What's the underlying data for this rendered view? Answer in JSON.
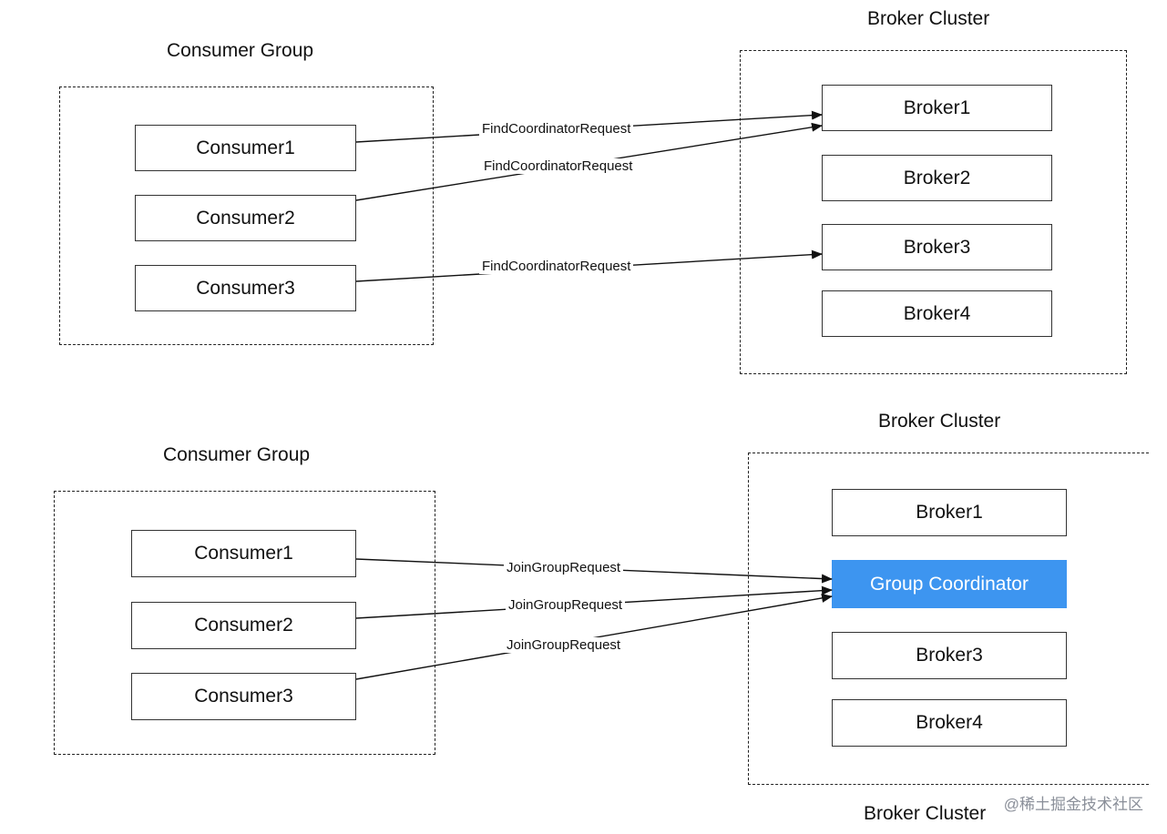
{
  "top": {
    "consumer_group_title": "Consumer Group",
    "broker_cluster_title": "Broker Cluster",
    "consumers": [
      "Consumer1",
      "Consumer2",
      "Consumer3"
    ],
    "brokers": [
      "Broker1",
      "Broker2",
      "Broker3",
      "Broker4"
    ],
    "requests": [
      "FindCoordinatorRequest",
      "FindCoordinatorRequest",
      "FindCoordinatorRequest"
    ]
  },
  "bottom": {
    "consumer_group_title": "Consumer Group",
    "broker_cluster_title": "Broker Cluster",
    "consumers": [
      "Consumer1",
      "Consumer2",
      "Consumer3"
    ],
    "brokers": [
      "Broker1",
      "Group Coordinator",
      "Broker3",
      "Broker4"
    ],
    "requests": [
      "JoinGroupRequest",
      "JoinGroupRequest",
      "JoinGroupRequest"
    ],
    "footer_title": "Broker Cluster"
  },
  "watermark": "@稀土掘金技术社区",
  "colors": {
    "coordinator": "#3d95f0",
    "border": "#333333",
    "text": "#111111"
  }
}
